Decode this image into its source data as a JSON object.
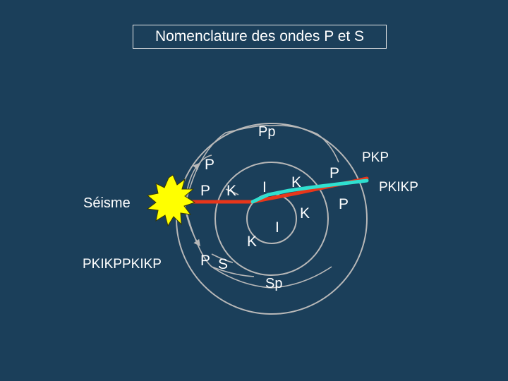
{
  "title": "Nomenclature des ondes P et S",
  "labels": {
    "seisme": "Séisme",
    "pkikppkikp": "PKIKPPKIKP",
    "pp": "Pp",
    "pkp": "PKP",
    "pkikp": "PKIKP",
    "sp": "Sp",
    "p_upper": "P",
    "p_red": "P",
    "k_red": "K",
    "i_red": "I",
    "k_red_right": "K",
    "p_red_right": "P",
    "k_cyan_left": "K",
    "i_cyan": "I",
    "k_cyan_right": "K",
    "p_cyan_right": "P",
    "p_lower": "P",
    "s_lower": "S"
  },
  "colors": {
    "background": "#1b3f5a",
    "circle": "#b8b8b8",
    "ray_red": "#e8361a",
    "ray_cyan": "#2fe0d0",
    "star_fill": "#ffff00",
    "star_outline": "#3a3a00"
  },
  "icons": {
    "source": "starburst-icon"
  }
}
